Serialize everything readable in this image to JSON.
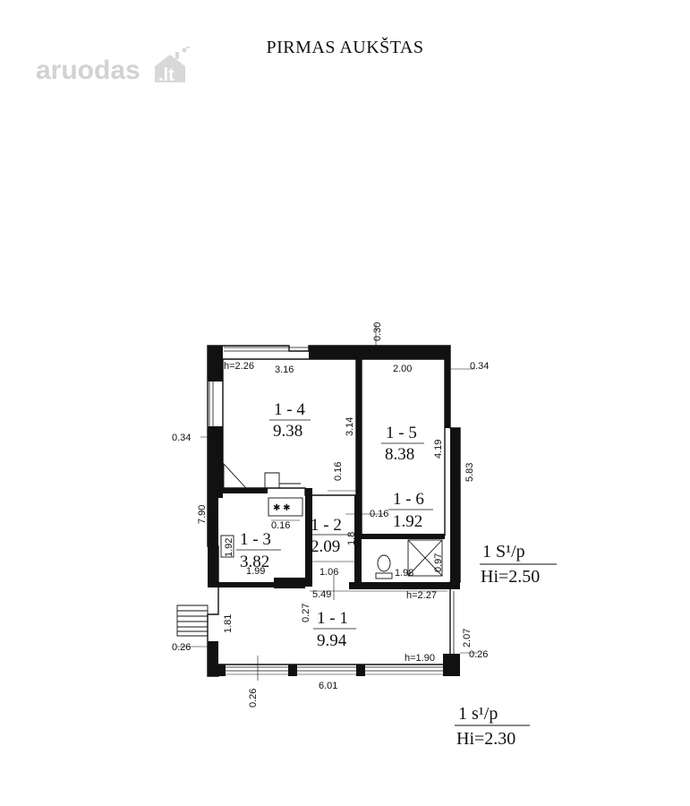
{
  "title": "PIRMAS AUKŠTAS",
  "watermark": {
    "text_main": "aruodas",
    "text_tld": ".lt"
  },
  "rooms": [
    {
      "id": "1 - 1",
      "area": "9.94"
    },
    {
      "id": "1 - 2",
      "area": "2.09"
    },
    {
      "id": "1 - 3",
      "area": "3.82"
    },
    {
      "id": "1 - 4",
      "area": "9.38"
    },
    {
      "id": "1 - 5",
      "area": "8.38"
    },
    {
      "id": "1 - 6",
      "area": "1.92"
    }
  ],
  "dimensions": {
    "top_wall": "0.30",
    "room4_width": "3.16",
    "room4_height": "3.14",
    "room4_h": "h=2.26",
    "room5_width": "2.00",
    "room5_height": "4.19",
    "right_wall": "0.34",
    "left_wall": "0.34",
    "total_height": "7.90",
    "right_height": "5.83",
    "partition_a": "0.16",
    "partition_b": "0.16",
    "partition_c": "0.16",
    "room3_height": "1.92",
    "room3_width": "1.99",
    "room2_width": "1.06",
    "room2_side": "1.8",
    "room6_width": "1.98",
    "room6_height": "0.97",
    "room6_h": "h=2.27",
    "inner_length": "5.49",
    "wall_027": "0.27",
    "room1_height": "1.81",
    "stair_wall": "0.26",
    "right_lower": "2.07",
    "right_lower_wall": "0.26",
    "room1_h": "h=1.90",
    "bottom_wall": "0.26",
    "total_width": "6.01"
  },
  "legend_upper": {
    "label": "1 S¹/p",
    "value": "Hi=2.50"
  },
  "legend_lower": {
    "label": "1 s¹/p",
    "value": "Hi=2.30"
  }
}
